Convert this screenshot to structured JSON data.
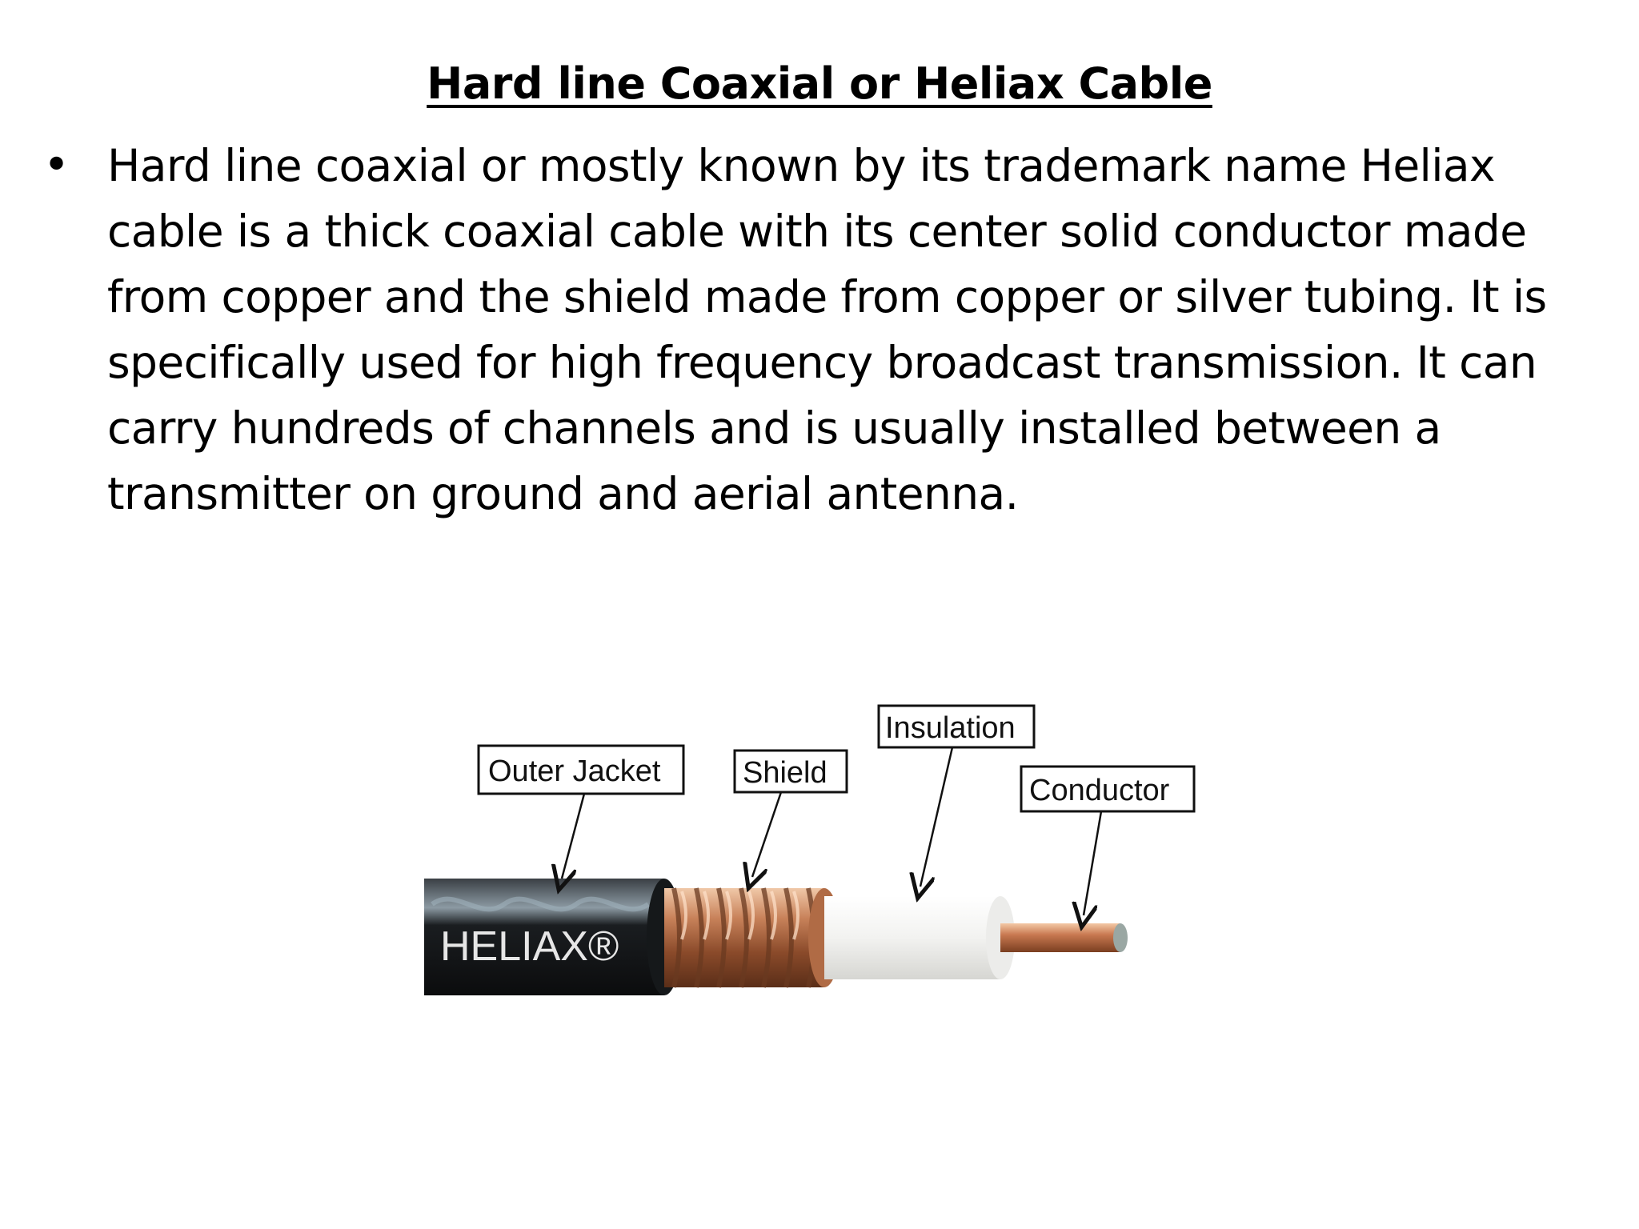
{
  "slide": {
    "title": "Hard line Coaxial or Heliax Cable",
    "bullet_marker": "•",
    "bullet_text": "Hard line coaxial or mostly known by its trademark name Heliax cable is a thick coaxial cable with its center solid conductor made from copper and the shield made from copper or silver tubing. It is specifically used for high frequency broadcast transmission. It can carry hundreds of channels and is usually installed between a transmitter on ground and aerial antenna."
  },
  "figure": {
    "brand_text": "HELIAX®",
    "labels": {
      "outer_jacket": "Outer Jacket",
      "shield": "Shield",
      "insulation": "Insulation",
      "conductor": "Conductor"
    },
    "colors": {
      "jacket": "#1a1d20",
      "shield": "#c8825a",
      "insulation": "#f2f2f0",
      "conductor": "#c87850"
    }
  }
}
